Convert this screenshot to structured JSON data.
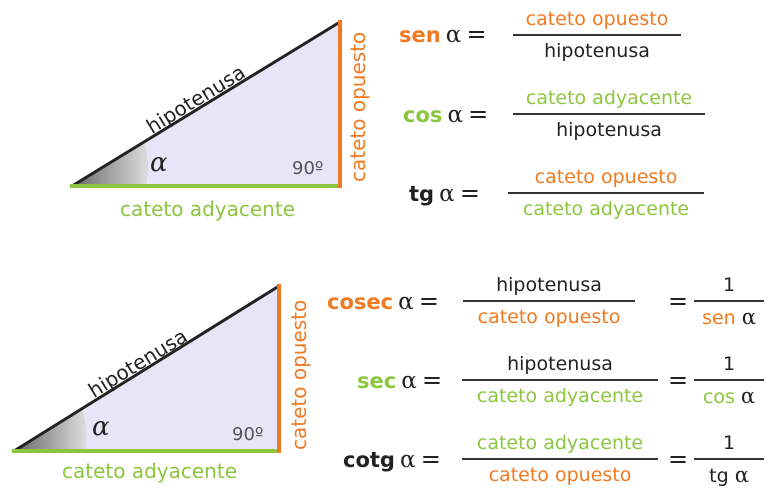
{
  "colors": {
    "orange": "#f07a21",
    "green": "#8cc63f",
    "triangle_fill": "#e6e6f8",
    "line": "#222222"
  },
  "triangle": {
    "hypotenuse": "hipotenusa",
    "adjacent": "cateto adyacente",
    "opposite": "cateto opuesto",
    "alpha": "α",
    "right_angle": "90º"
  },
  "formulas": {
    "equals": "=",
    "sen": {
      "name": "sen",
      "numerator": "cateto opuesto",
      "denominator": "hipotenusa"
    },
    "cos": {
      "name": "cos",
      "numerator": "cateto adyacente",
      "denominator": "hipotenusa"
    },
    "tg": {
      "name": "tg",
      "numerator": "cateto opuesto",
      "denominator": "cateto adyacente"
    },
    "cosec": {
      "name": "cosec",
      "numerator": "hipotenusa",
      "denominator": "cateto opuesto",
      "recip_num": "1",
      "recip_den_fn": "sen"
    },
    "sec": {
      "name": "sec",
      "numerator": "hipotenusa",
      "denominator": "cateto adyacente",
      "recip_num": "1",
      "recip_den_fn": "cos"
    },
    "cotg": {
      "name": "cotg",
      "numerator": "cateto adyacente",
      "denominator": "cateto opuesto",
      "recip_num": "1",
      "recip_den_fn": "tg"
    }
  }
}
